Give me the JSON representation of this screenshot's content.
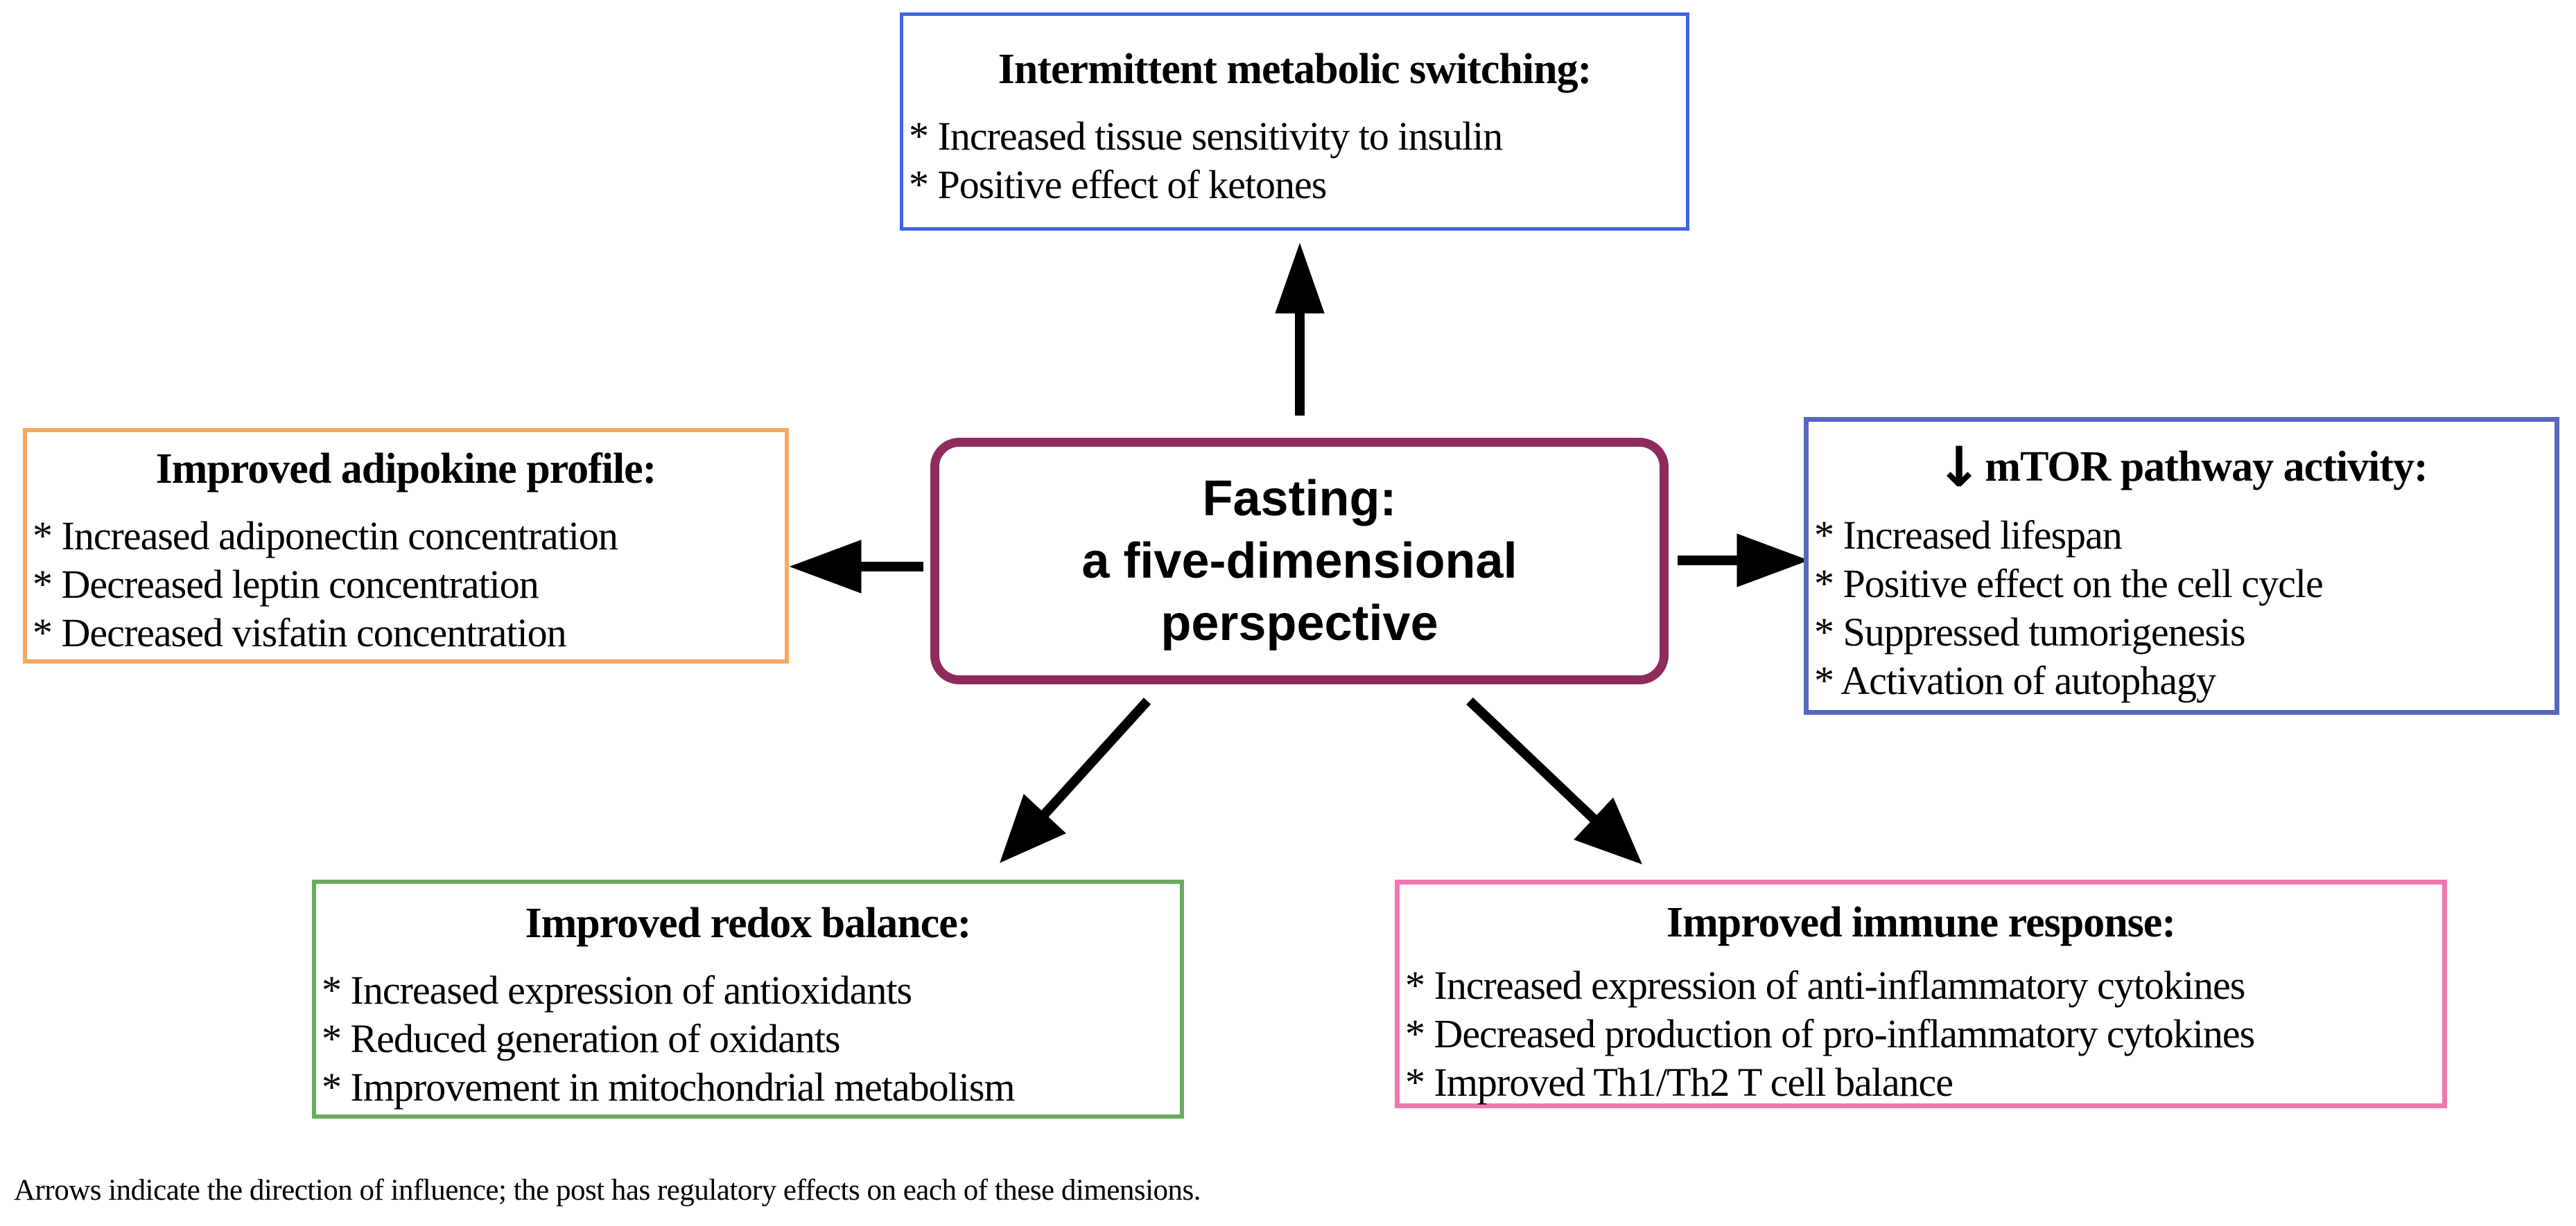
{
  "diagram": {
    "center": {
      "title_lines": [
        "Fasting:",
        "a five-dimensional",
        "perspective"
      ],
      "border_color": "#8e2a5c"
    },
    "boxes": {
      "top": {
        "title": "Intermittent metabolic switching:",
        "items": [
          "* Increased tissue sensitivity to insulin",
          "* Positive effect of ketones"
        ],
        "border_color": "#3f63e6"
      },
      "left": {
        "title": "Improved adipokine profile:",
        "items": [
          "* Increased adiponectin concentration",
          "* Decreased leptin concentration",
          "* Decreased visfatin concentration"
        ],
        "border_color": "#f3a960"
      },
      "right": {
        "arrow_glyph": "↓",
        "title": "mTOR pathway activity:",
        "items": [
          "* Increased lifespan",
          "* Positive effect on the cell cycle",
          "* Suppressed tumorigenesis",
          "* Activation of autophagy"
        ],
        "border_color": "#5767ba"
      },
      "bottom_left": {
        "title": "Improved redox balance:",
        "items": [
          "* Increased expression of antioxidants",
          "* Reduced generation of oxidants",
          "* Improvement in mitochondrial metabolism"
        ],
        "border_color": "#6cab60"
      },
      "bottom_right": {
        "title": "Improved immune response:",
        "items": [
          "* Increased expression of anti-inflammatory cytokines",
          "* Decreased production of pro-inflammatory cytokines",
          "* Improved Th1/Th2 T cell balance"
        ],
        "border_color": "#f176b0"
      }
    },
    "arrow_color": "#000000",
    "caption": "Arrows indicate the direction of influence; the post has regulatory effects on each of these dimensions."
  }
}
